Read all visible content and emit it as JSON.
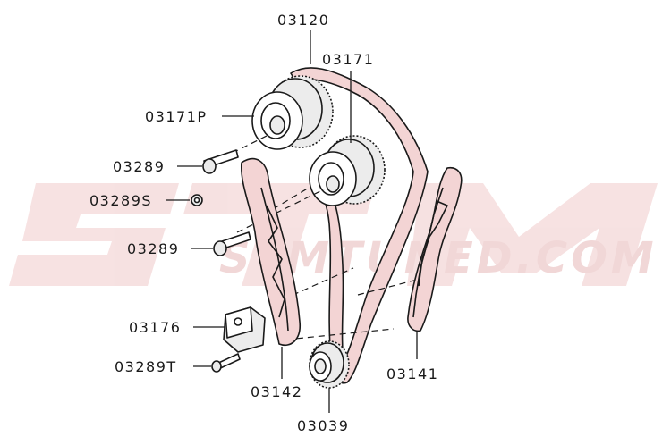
{
  "watermark": {
    "text": "STMTUNED.COM",
    "color": "#e6b8b8"
  },
  "colors": {
    "highlight": "#f3d4d4",
    "outline": "#1a1a1a"
  },
  "labels": {
    "p03120": "03120",
    "p03171": "03171",
    "p03171P": "03171P",
    "p03289_a": "03289",
    "p03289S": "03289S",
    "p03289_b": "03289",
    "p03176": "03176",
    "p03289T": "03289T",
    "p03142": "03142",
    "p03141": "03141",
    "p03039": "03039"
  }
}
